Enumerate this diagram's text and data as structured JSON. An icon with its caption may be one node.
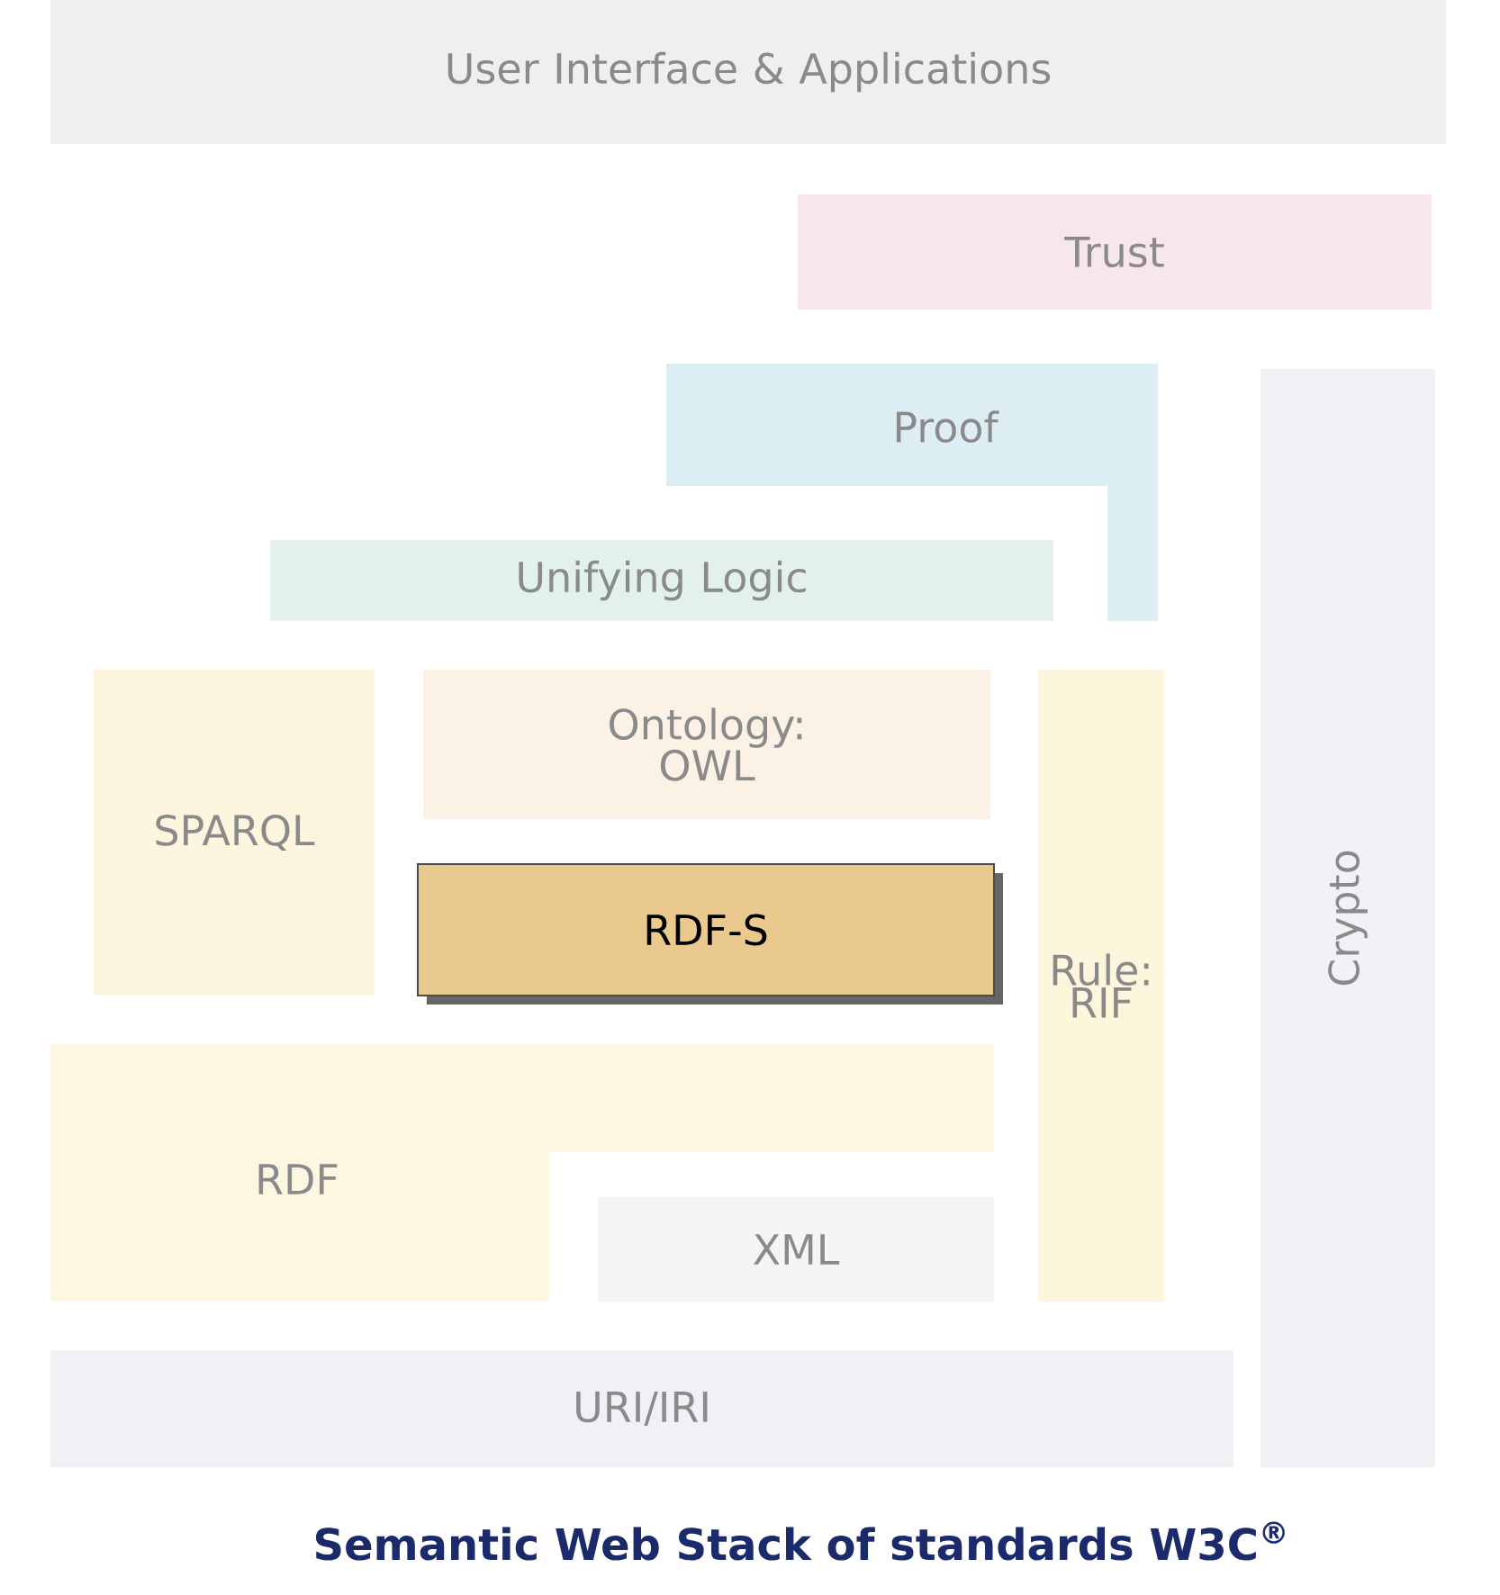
{
  "diagram": {
    "caption": "Semantic Web Stack of standards W3C$^{®}$",
    "nodes": [
      {
        "text": [
          "User Interface & Applications"
        ]
      },
      {
        "text": [
          "Trust"
        ]
      },
      {
        "text": [
          "Proof"
        ]
      },
      {
        "text": [
          "Crypto"
        ]
      },
      {
        "text": [
          "Unifying Logic"
        ]
      },
      {
        "text": [
          "SPARQL"
        ]
      },
      {
        "text": [
          "Ontology: OWL"
        ]
      },
      {
        "text": [
          "RDF-S"
        ]
      },
      {
        "text": [
          "Rule: RIF"
        ]
      },
      {
        "text": [
          "RDF"
        ]
      },
      {
        "text": [
          "XML"
        ]
      },
      {
        "text": [
          "URI/IRI"
        ]
      }
    ],
    "edges": []
  }
}
